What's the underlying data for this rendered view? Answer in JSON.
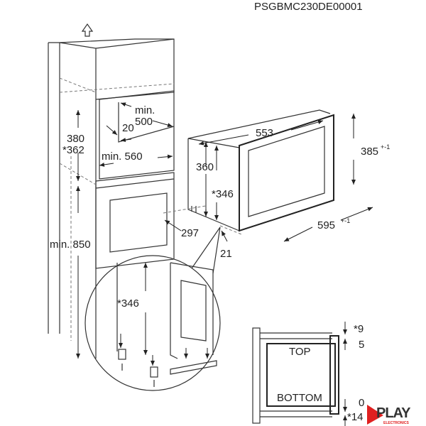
{
  "drawing_code": "PSGBMC230DE00001",
  "cabinet": {
    "up_arrow_icon": "arrow-up-outline",
    "dim_min": "min.",
    "dim_500": "500",
    "dim_20": "20",
    "dim_380": "380",
    "dim_362": "*362",
    "dim_min560": "min. 560",
    "dim_min850": "min. 850"
  },
  "appliance": {
    "dim_553": "553",
    "dim_385": "385",
    "dim_385_tol": "+-1",
    "dim_360": "360",
    "dim_346": "*346",
    "dim_297": "297",
    "dim_21": "21",
    "dim_595": "595",
    "dim_595_tol": "+-1"
  },
  "detail": {
    "dim_346": "*346"
  },
  "section": {
    "top_label": "TOP",
    "bottom_label": "BOTTOM",
    "dim_9": "*9",
    "dim_5": "5",
    "dim_0": "0",
    "dim_14": "*14"
  },
  "logo": {
    "brand": "PLAY",
    "sub": "ELECTRONICS",
    "accent": "#e02020"
  }
}
